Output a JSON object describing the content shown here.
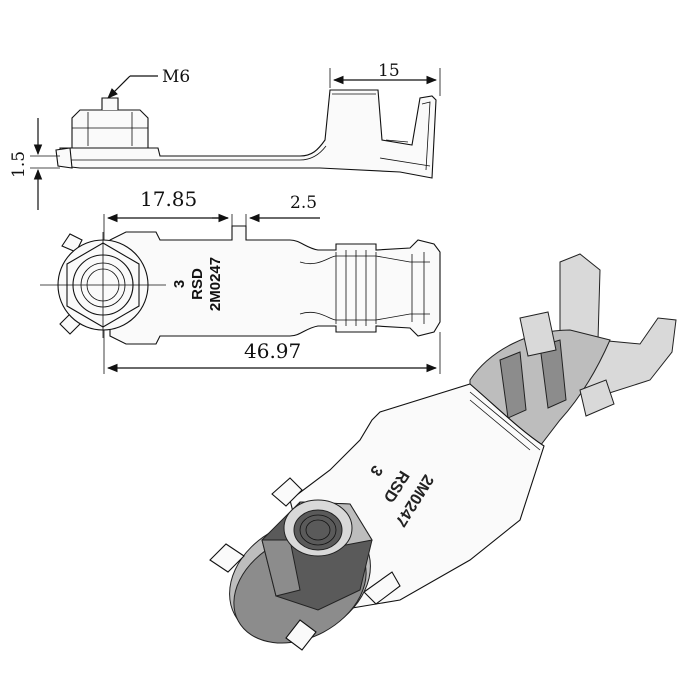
{
  "dimensions": {
    "thread": "M6",
    "width_top": "15",
    "thickness": "1.5",
    "hole_offset": "17.85",
    "slot": "2.5",
    "overall_length": "46.97"
  },
  "markings": {
    "line1": "3",
    "line2": "RSD",
    "line3": "2M0247"
  },
  "colors": {
    "ink": "#111111",
    "background": "#ffffff"
  }
}
